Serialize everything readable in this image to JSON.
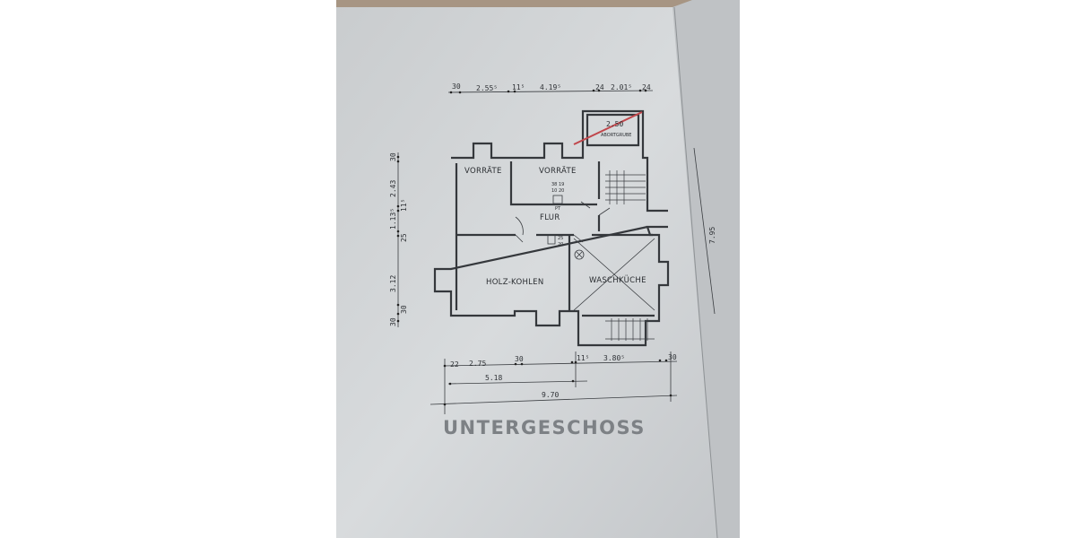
{
  "title": "UNTERGESCHOSS",
  "rooms": {
    "vorraete_1": "VORRÄTE",
    "vorraete_2": "VORRÄTE",
    "flur": "FLUR",
    "holz_kohlen": "HOLZ-KOHLEN",
    "waschkueche": "WASCHKÜCHE",
    "abortgrube": "ABORTGRUBE",
    "abortgrube_size": "2.50"
  },
  "chimney_labels": [
    "38 19",
    "10 20",
    "PT",
    "25",
    "20"
  ],
  "dimensions": {
    "top": [
      "30",
      "2.55⁵",
      "11⁵",
      "4.19⁵",
      "24",
      "2.01⁵",
      "24"
    ],
    "left": [
      "30",
      "2.43",
      "11⁵",
      "1.13⁵",
      "25",
      "3.12",
      "30",
      "30"
    ],
    "right": "7.95",
    "bottom_row1": [
      "22",
      "2.75",
      "30",
      "11⁵",
      "3.80⁵",
      "30"
    ],
    "bottom_row2": "5.18",
    "bottom_total": "9.70"
  },
  "colors": {
    "paper": "#d6d9dc",
    "ink": "#35383c",
    "red_mark": "#c0464b"
  }
}
